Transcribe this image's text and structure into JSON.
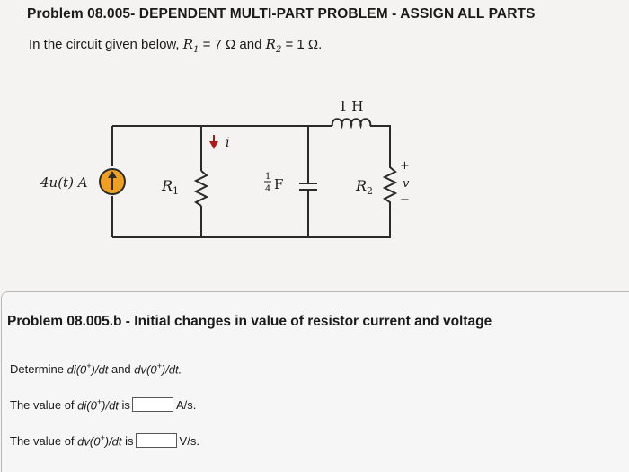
{
  "header": {
    "title": "Problem 08.005- DEPENDENT MULTI-PART PROBLEM - ASSIGN ALL PARTS",
    "intro_prefix": "In the circuit given below,",
    "r1_letter": "R",
    "r1_sub": "1",
    "r1_value": "= 7 Ω and",
    "r2_letter": "R",
    "r2_sub": "2",
    "r2_value": "= 1 Ω."
  },
  "circuit": {
    "source_label": "4u(t) A",
    "r1_label": "R",
    "r1_sub": "1",
    "current_label": "i",
    "cap_num": "1",
    "cap_den": "4",
    "cap_unit": "F",
    "inductor_label": "1 H",
    "r2_label": "R",
    "r2_sub": "2",
    "plus_sign": "+",
    "minus_sign": "−",
    "voltage_label": "v"
  },
  "part": {
    "title": "Problem 08.005.b - Initial changes in value of resistor current and voltage",
    "prompt_prefix": "Determine",
    "prompt_di": "di(0",
    "prompt_plus1": "+",
    "prompt_dt1": ")/dt",
    "prompt_and": "and",
    "prompt_dv": "dv(0",
    "prompt_plus2": "+",
    "prompt_dt2": ")/dt.",
    "q1_prefix": "The value of",
    "q1_expr": "di(0",
    "q1_plus": "+",
    "q1_expr2": ")/dt",
    "q1_is": "is",
    "q1_value": "",
    "q1_unit": "A/s.",
    "q2_prefix": "The value of",
    "q2_expr": "dv(0",
    "q2_plus": "+",
    "q2_expr2": ")/dt",
    "q2_is": "is",
    "q2_value": "",
    "q2_unit": "V/s."
  }
}
